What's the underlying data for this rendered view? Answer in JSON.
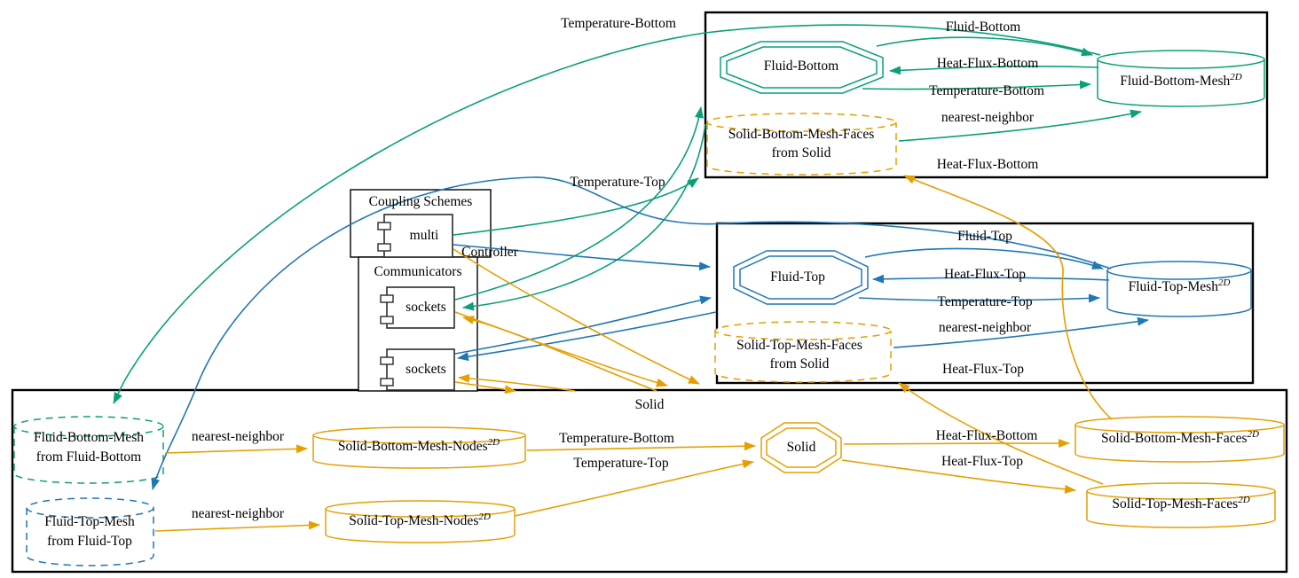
{
  "colors": {
    "green": "#0aa078",
    "blue": "#1f77b4",
    "orange": "#e69f00",
    "frame": "#000000"
  },
  "meta": {
    "dimension_superscript": "2D"
  },
  "coupling_schemes": {
    "title": "Coupling Schemes",
    "scheme": "multi"
  },
  "communicators": {
    "title": "Communicators",
    "socket1": "sockets",
    "socket2": "sockets"
  },
  "fluid_bottom": {
    "title": "Fluid-Bottom",
    "participant": "Fluid-Bottom",
    "received_mesh_line1": "Solid-Bottom-Mesh-Faces",
    "received_mesh_line2": "from Solid",
    "mesh": "Fluid-Bottom-Mesh"
  },
  "fluid_top": {
    "title": "Fluid-Top",
    "participant": "Fluid-Top",
    "received_mesh_line1": "Solid-Top-Mesh-Faces",
    "received_mesh_line2": "from Solid",
    "mesh": "Fluid-Top-Mesh"
  },
  "solid": {
    "title": "Solid",
    "participant": "Solid",
    "received_mesh1_line1": "Fluid-Bottom-Mesh",
    "received_mesh1_line2": "from Fluid-Bottom",
    "received_mesh2_line1": "Fluid-Top-Mesh",
    "received_mesh2_line2": "from Fluid-Top",
    "mesh_nodes_bottom": "Solid-Bottom-Mesh-Nodes",
    "mesh_nodes_top": "Solid-Top-Mesh-Nodes",
    "mesh_faces_bottom": "Solid-Bottom-Mesh-Faces",
    "mesh_faces_top": "Solid-Top-Mesh-Faces"
  },
  "edge_labels": {
    "exchange_temperature_bottom": "Temperature-Bottom",
    "exchange_temperature_top": "Temperature-Top",
    "controller": "Controller",
    "fb_read_heat_flux": "Heat-Flux-Bottom",
    "fb_write_temperature": "Temperature-Bottom",
    "fb_mapping": "nearest-neighbor",
    "fb_exchange_heat_flux": "Heat-Flux-Bottom",
    "ft_read_heat_flux": "Heat-Flux-Top",
    "ft_write_temperature": "Temperature-Top",
    "ft_mapping": "nearest-neighbor",
    "ft_exchange_heat_flux": "Heat-Flux-Top",
    "solid_mapping_bottom": "nearest-neighbor",
    "solid_mapping_top": "nearest-neighbor",
    "solid_read_temperature_bottom": "Temperature-Bottom",
    "solid_read_temperature_top": "Temperature-Top",
    "solid_write_heat_flux_bottom": "Heat-Flux-Bottom",
    "solid_write_heat_flux_top": "Heat-Flux-Top"
  }
}
